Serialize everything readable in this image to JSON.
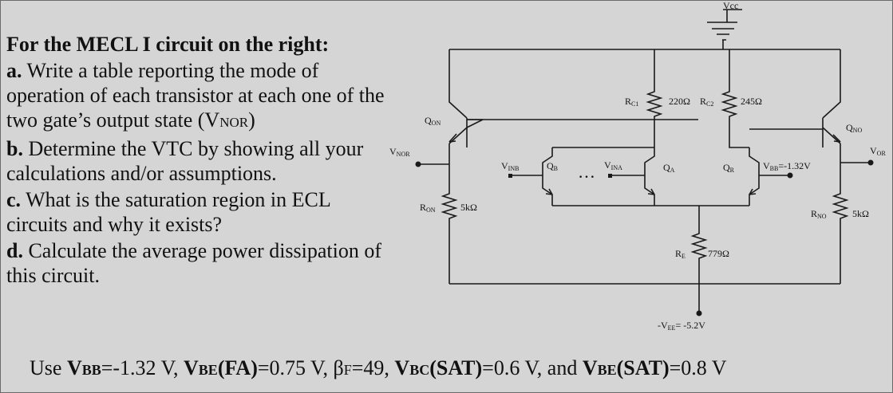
{
  "problem": {
    "title": "For the MECL I circuit on the right:",
    "items": [
      {
        "letter": "a.",
        "text": "Write a table reporting the mode of operation of each transistor at each one of the two gate’s output state (V",
        "sub": "NOR",
        "tail": ")"
      },
      {
        "letter": "b.",
        "text": "Determine the VTC by showing all your calculations and/or assumptions."
      },
      {
        "letter": "c.",
        "text": "What is the saturation region in ECL circuits and why it exists?"
      },
      {
        "letter": "d.",
        "text": "Calculate the average power dissipation of this circuit."
      }
    ]
  },
  "given": {
    "p1": "Use ",
    "v1": "V",
    "s1": "BB",
    "t1": "=-1.32 V, ",
    "v2": "V",
    "s2": "BE",
    "t2": "(FA)",
    "t2b": "=0.75 V,   β",
    "s3": "F",
    "t3": "=49, ",
    "v4": "V",
    "s4": "BC",
    "t4": "(SAT)",
    "t4b": "=0.6 V, and ",
    "v5": "V",
    "s5": "BE",
    "t5": "(SAT)",
    "t5b": "=0.8 V"
  },
  "circuit": {
    "vcc": "Vcc",
    "rc1": "R",
    "rc1_sub": "C1",
    "rc1_val": "220Ω",
    "rc2": "R",
    "rc2_sub": "C2",
    "rc2_val": "245Ω",
    "qon": "Q",
    "qon_sub": "ON",
    "qno": "Q",
    "qno_sub": "NO",
    "vnor": "V",
    "vnor_sub": "NOR",
    "vor": "V",
    "vor_sub": "OR",
    "vinb": "V",
    "vinb_sub": "INB",
    "vina": "V",
    "vina_sub": "INA",
    "qb": "Q",
    "qb_sub": "B",
    "qa": "Q",
    "qa_sub": "A",
    "qr": "Q",
    "qr_sub": "R",
    "vbb": "V",
    "vbb_sub": "BB",
    "vbb_val": "=-1.32V",
    "ron": "R",
    "ron_sub": "ON",
    "ron_val": "5kΩ",
    "rno": "R",
    "rno_sub": "NO",
    "rno_val": "5kΩ",
    "re": "R",
    "re_sub": "E",
    "re_val": "779Ω",
    "vee": "-V",
    "vee_sub": "EE",
    "vee_val": "= -5.2V",
    "dots": "…"
  }
}
